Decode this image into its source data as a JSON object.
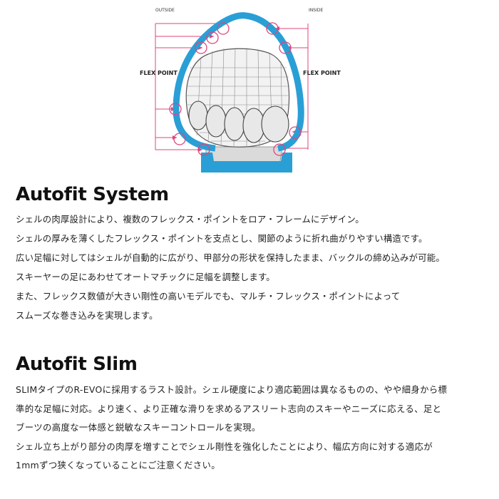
{
  "diagram": {
    "outside_label": "OUTSIDE",
    "inside_label": "INSIDE",
    "flex_left_label": "FLEX POINT",
    "flex_right_label": "FLEX POINT",
    "colors": {
      "shell": "#2a9fd6",
      "pointer": "#e0457b",
      "base": "#d8d8d8"
    }
  },
  "system": {
    "title": "Autofit System",
    "lines": [
      "シェルの肉厚設計により、複数のフレックス・ポイントをロア・フレームにデザイン。",
      "シェルの厚みを薄くしたフレックス・ポイントを支点とし、関節のように折れ曲がりやすい構造です。",
      "広い足幅に対してはシェルが自動的に広がり、甲部分の形状を保持したまま、バックルの締め込みが可能。",
      "スキーヤーの足にあわせてオートマチックに足幅を調整します。",
      "また、フレックス数値が大きい剛性の高いモデルでも、マルチ・フレックス・ポイントによって",
      "スムーズな巻き込みを実現します。"
    ]
  },
  "slim": {
    "title": "Autofit Slim",
    "lines": [
      "SLIMタイプのR-EVOに採用するラスト設計。シェル硬度により適応範囲は異なるものの、やや細身から標",
      "準的な足幅に対応。より速く、より正確な滑りを求めるアスリート志向のスキーやニーズに応える、足と",
      "ブーツの高度な一体感と鋭敏なスキーコントロールを実現。",
      "シェル立ち上がり部分の肉厚を増すことでシェル剛性を強化したことにより、幅広方向に対する適応が",
      "1mmずつ狭くなっていることにご注意ください。"
    ]
  }
}
